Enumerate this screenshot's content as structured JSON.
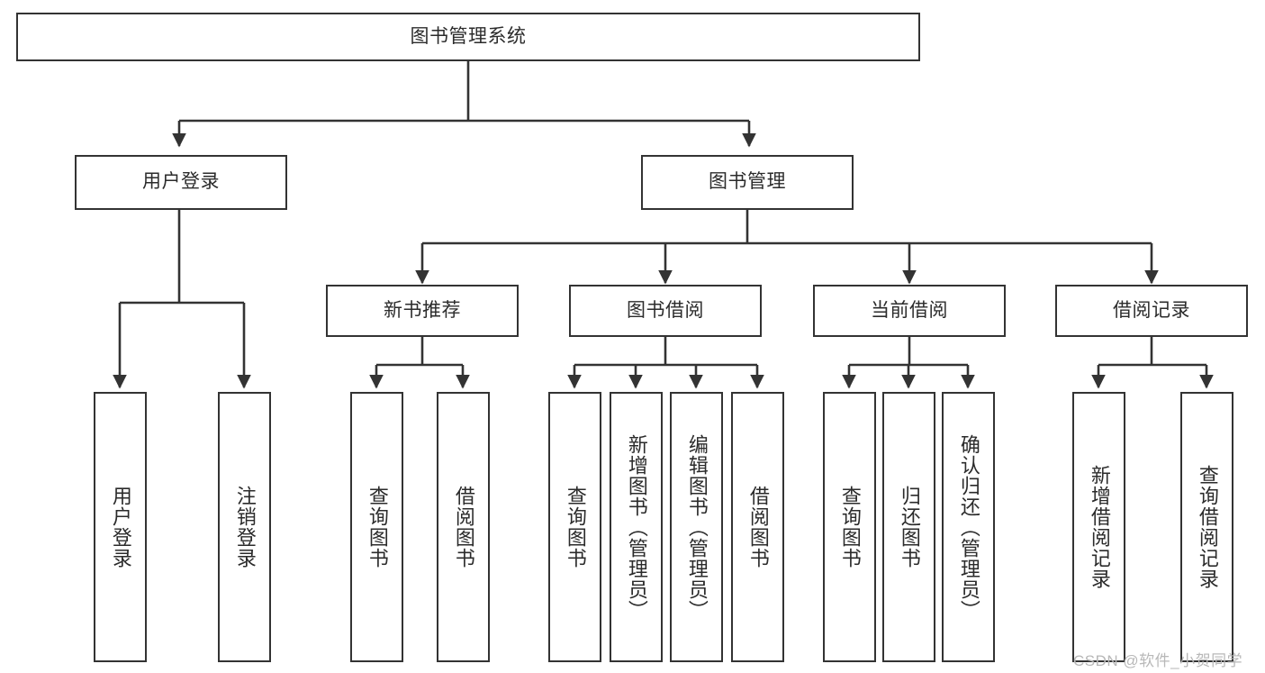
{
  "diagram": {
    "title": "图书管理系统",
    "type": "tree",
    "root": {
      "label": "图书管理系统"
    },
    "level2": [
      {
        "label": "用户登录"
      },
      {
        "label": "图书管理"
      }
    ],
    "level3": [
      {
        "label": "新书推荐"
      },
      {
        "label": "图书借阅"
      },
      {
        "label": "当前借阅"
      },
      {
        "label": "借阅记录"
      }
    ],
    "leaves_user_login": [
      {
        "label": "用户登录"
      },
      {
        "label": "注销登录"
      }
    ],
    "leaves_new_book": [
      {
        "label": "查询图书"
      },
      {
        "label": "借阅图书"
      }
    ],
    "leaves_borrow": [
      {
        "label": "查询图书"
      },
      {
        "label": "新增图书（管理员）"
      },
      {
        "label": "编辑图书（管理员）"
      },
      {
        "label": "借阅图书"
      }
    ],
    "leaves_current": [
      {
        "label": "查询图书"
      },
      {
        "label": "归还图书"
      },
      {
        "label": "确认归还（管理员）"
      }
    ],
    "leaves_record": [
      {
        "label": "新增借阅记录"
      },
      {
        "label": "查询借阅记录"
      }
    ],
    "watermark": "CSDN @软件_小贺同学",
    "colors": {
      "stroke": "#333333",
      "fill": "#ffffff",
      "text": "#2b2b2b",
      "watermark": "#b8b8b8"
    }
  }
}
